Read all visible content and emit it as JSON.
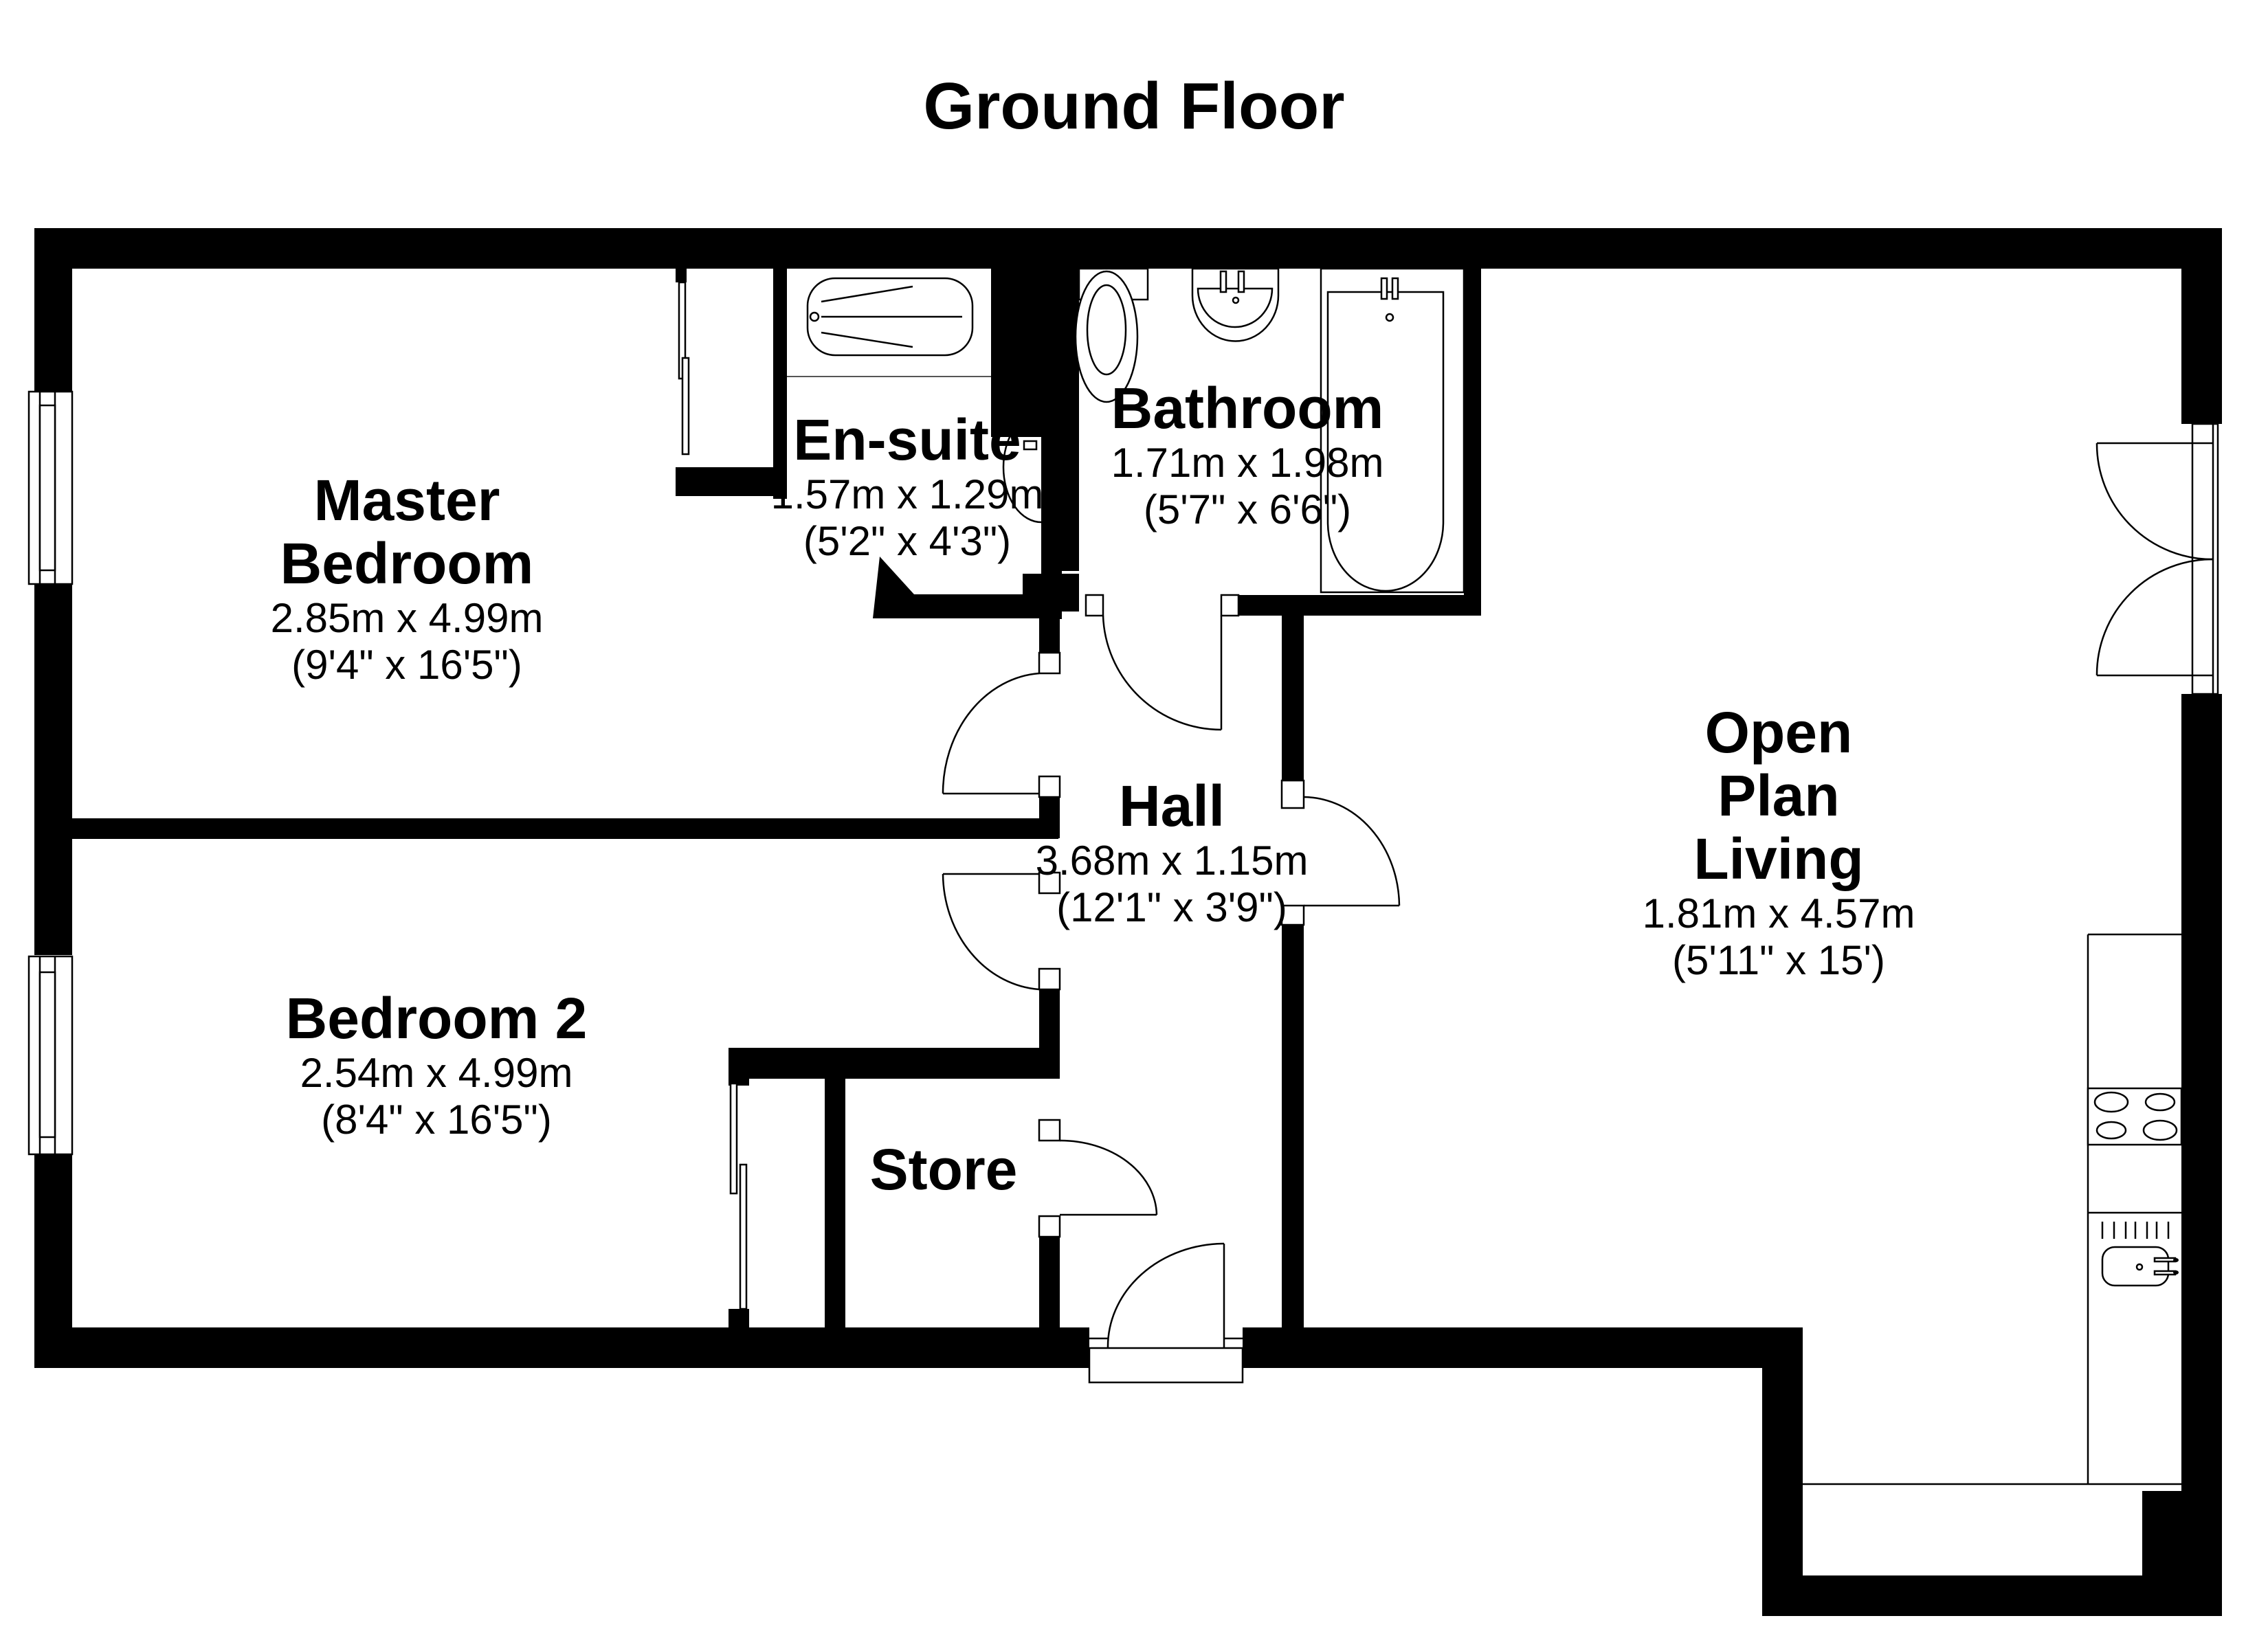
{
  "floor": {
    "title": "Ground Floor"
  },
  "rooms": [
    {
      "id": "master-bedroom",
      "name_lines": [
        "Master",
        "Bedroom"
      ],
      "metric": "2.85m x 4.99m",
      "imperial": "(9'4\" x 16'5\")"
    },
    {
      "id": "en-suite",
      "name_lines": [
        "En-suite"
      ],
      "metric": "1.57m x 1.29m",
      "imperial": "(5'2\" x 4'3\")"
    },
    {
      "id": "bathroom",
      "name_lines": [
        "Bathroom"
      ],
      "metric": "1.71m x 1.98m",
      "imperial": "(5'7\" x 6'6\")"
    },
    {
      "id": "hall",
      "name_lines": [
        "Hall"
      ],
      "metric": "3.68m x 1.15m",
      "imperial": "(12'1\" x 3'9\")"
    },
    {
      "id": "open-plan-living",
      "name_lines": [
        "Open",
        "Plan",
        "Living"
      ],
      "metric": "1.81m x 4.57m",
      "imperial": "(5'11\" x 15')"
    },
    {
      "id": "bedroom-2",
      "name_lines": [
        "Bedroom 2"
      ],
      "metric": "2.54m x 4.99m",
      "imperial": "(8'4\" x 16'5\")"
    },
    {
      "id": "store",
      "name_lines": [
        "Store"
      ],
      "metric": "",
      "imperial": ""
    }
  ],
  "fixtures": {
    "icons": [
      "shower-tray-icon",
      "toilet-icon",
      "basin-icon",
      "bath-icon",
      "hob-icon",
      "kitchen-sink-icon",
      "drainer-icon",
      "window-icon",
      "door-swing-icon",
      "french-doors-icon",
      "sliding-wardrobe-icon"
    ]
  },
  "colors": {
    "wall": "#000000",
    "background": "#ffffff",
    "fixture_stroke": "#000000"
  }
}
